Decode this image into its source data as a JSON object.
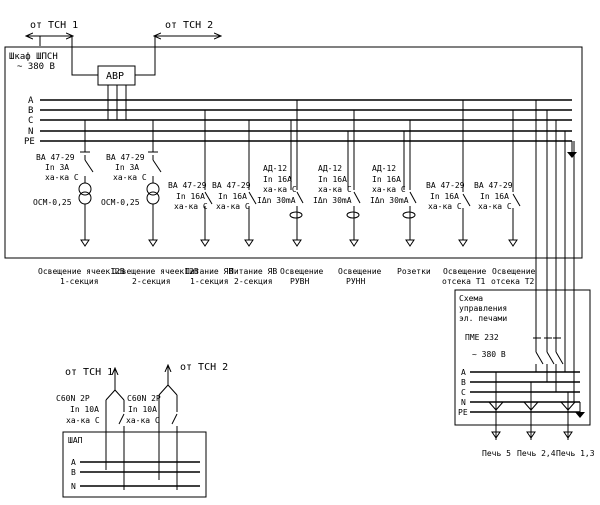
{
  "top_sources": {
    "tsn1": "от ТСН 1",
    "tsn2": "от ТСН 2"
  },
  "main_panel": {
    "title": "Шкаф ШПСН",
    "voltage": "~ 380 В",
    "avr": "АВР"
  },
  "buses": [
    "A",
    "B",
    "C",
    "N",
    "PE"
  ],
  "transformer_groups": [
    {
      "breaker": "ВА 47-29",
      "rating": "In 3A",
      "char": "ха-ка С",
      "transformer": "ОСМ-0,25",
      "label1": "Освещение ячеек12В",
      "label2": "1-секция"
    },
    {
      "breaker": "ВА 47-29",
      "rating": "In 3A",
      "char": "ха-ка С",
      "transformer": "ОСМ-0,25",
      "label1": "Освещение ячеек12В",
      "label2": "2-секция"
    }
  ],
  "power_feeders": [
    {
      "breaker": "ВА 47-29",
      "rating": "In 16A",
      "char": "ха-ка С",
      "label1": "Питание ЯВ",
      "label2": "1-секция"
    },
    {
      "breaker": "ВА 47-29",
      "rating": "In 16A",
      "char": "ха-ка С",
      "label1": "Питание ЯВ",
      "label2": "2-секция"
    }
  ],
  "rcd_feeders": [
    {
      "breaker": "АД-12",
      "rating": "In 16A",
      "char": "ха-ка С",
      "leak": "IΔn 30mA",
      "label1": "Освещение",
      "label2": "РУВН"
    },
    {
      "breaker": "АД-12",
      "rating": "In 16A",
      "char": "ха-ка С",
      "leak": "IΔn 30mA",
      "label1": "Освещение",
      "label2": "РУНН"
    },
    {
      "breaker": "АД-12",
      "rating": "In 16A",
      "char": "ха-ка С",
      "leak": "IΔn 30mA",
      "label1": "Розетки",
      "label2": ""
    }
  ],
  "lighting_feeders": [
    {
      "breaker": "ВА 47-29",
      "rating": "In 16A",
      "char": "ха-ка С",
      "label1": "Освещение",
      "label2": "отсека Т1"
    },
    {
      "breaker": "ВА 47-29",
      "rating": "In 16A",
      "char": "ха-ка С",
      "label1": "Освещение",
      "label2": "отсека Т2"
    }
  ],
  "furnace_panel": {
    "title1": "Схема",
    "title2": "управления",
    "title3": "эл. печами",
    "device": "ПМЕ 232",
    "voltage": "~ 380 В",
    "buses": [
      "A",
      "B",
      "C",
      "N",
      "PE"
    ],
    "outputs": [
      "Печь 5",
      "Печь 2,4",
      "Печь 1,3"
    ]
  },
  "shap": {
    "source1": "от ТСН 1",
    "source2": "от ТСН 2",
    "title": "ШАП",
    "buses": [
      "A",
      "B",
      "N"
    ],
    "breakers": [
      {
        "model": "C60N 2P",
        "rating": "In 10A",
        "char": "ха-ка С"
      },
      {
        "model": "C60N 2P",
        "rating": "In 10A",
        "char": "ха-ка С"
      }
    ]
  }
}
